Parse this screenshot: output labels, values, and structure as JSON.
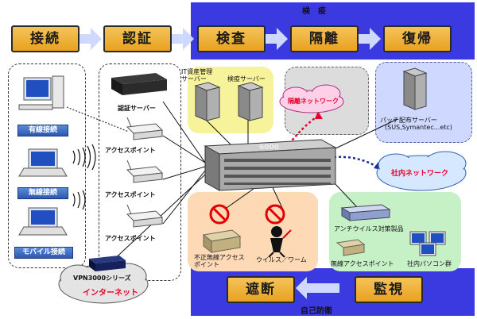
{
  "colors": {
    "blue_band": "#3a3ae0",
    "step_fill": "#f0b43a",
    "tag_blue": "#3465c0",
    "red_text": "#e8002b"
  },
  "top_band_label": "検　疫",
  "bottom_band_label": "自己防衛",
  "steps": {
    "connect": "接続",
    "auth": "認証",
    "inspect": "検査",
    "isolate": "隔離",
    "restore": "復帰",
    "block": "遮断",
    "monitor": "監視"
  },
  "connections": {
    "wired": "有線接続",
    "wireless": "無線接続",
    "mobile": "モバイル接続"
  },
  "vpn": {
    "device": "VPN3000シリーズ",
    "internet": "インターネット"
  },
  "auth_server": "認証サーバー",
  "access_points": [
    "アクセスポイント",
    "アクセスポイント",
    "アクセスポイント"
  ],
  "it_asset_server": "IT資産管理\nサーバー",
  "quarantine_server": "検疫サーバー",
  "isolation_network": "隔離ネットワーク",
  "patch_server": "パッチ配布サーバー",
  "patch_server_sub": "(SUS,Symantec...etc)",
  "corporate_network": "社内ネットワーク",
  "threats": {
    "rogue_ap": "不正無線アクセス\nポイント",
    "virus": "ウイルス／ワーム"
  },
  "defense": {
    "antivirus": "アンチウイルス対策製品",
    "wireless_ap": "無線アクセスポイント",
    "corp_pc": "社内パソコン群"
  },
  "switch_label": "6000"
}
